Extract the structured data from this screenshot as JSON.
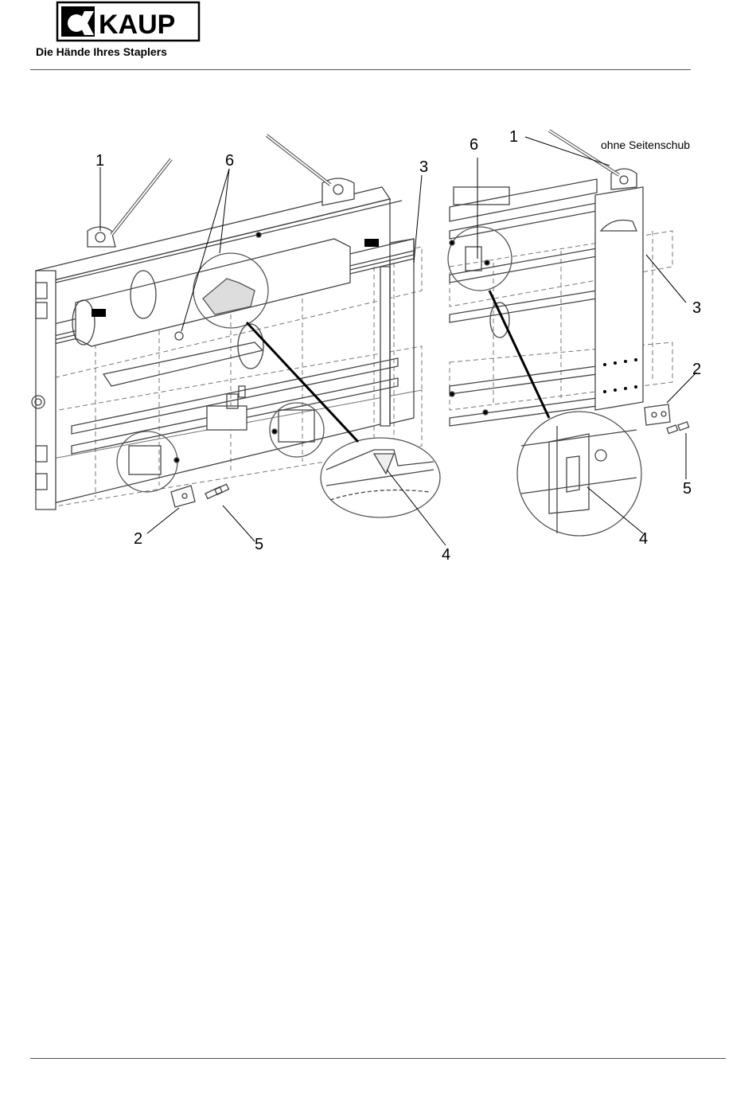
{
  "header": {
    "logo_text": "KAUP",
    "slogan": "Die Hände Ihres Staplers"
  },
  "figure": {
    "left_labels": {
      "l1": "1",
      "l6": "6",
      "l3": "3",
      "l2": "2",
      "l5": "5",
      "l4": "4"
    },
    "right_labels": {
      "l1": "1",
      "l6": "6",
      "l3": "3",
      "l2": "2",
      "l5": "5",
      "l4": "4"
    },
    "right_note": "ohne Seitenschub"
  },
  "colors": {
    "ink": "#000000",
    "line": "#444444",
    "dashed": "#777777",
    "shade": "#d9d9d9"
  }
}
